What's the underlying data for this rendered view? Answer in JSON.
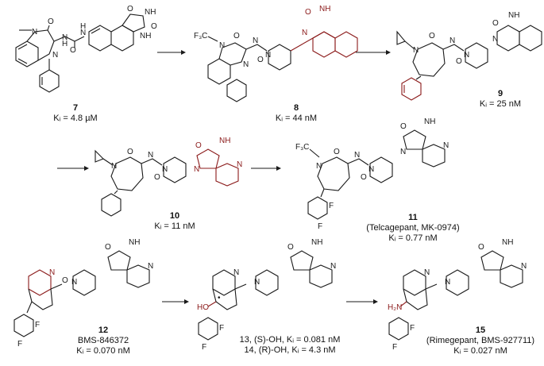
{
  "compounds": [
    {
      "id": "7",
      "lines": [
        "Kᵢ = 4.8 µM"
      ]
    },
    {
      "id": "8",
      "lines": [
        "Kᵢ = 44 nM"
      ]
    },
    {
      "id": "9",
      "lines": [
        "Kᵢ = 25 nM"
      ]
    },
    {
      "id": "10",
      "lines": [
        "Kᵢ = 11 nM"
      ]
    },
    {
      "id": "11",
      "lines": [
        "(Telcagepant, MK-0974)",
        "Kᵢ = 0.77 nM"
      ]
    },
    {
      "id": "12",
      "lines": [
        "BMS-846372",
        "Kᵢ = 0.070 nM"
      ]
    },
    {
      "id": "13_14",
      "lines": [
        "13, (S)-OH, Kᵢ = 0.081 nM",
        "14, (R)-OH, Kᵢ = 4.3 nM"
      ]
    },
    {
      "id": "15",
      "lines": [
        "(Rimegepant, BMS-927711)",
        "Kᵢ = 0.027 nM"
      ]
    }
  ],
  "atom_labels": {
    "O": "O",
    "N": "N",
    "NH": "NH",
    "HN": "HN",
    "H": "H",
    "F": "F",
    "CF3": "F₃C",
    "HO": "HO",
    "H2N": "H₂N"
  },
  "colors": {
    "highlight": "#8b1a1a",
    "ink": "#1a1a1a"
  }
}
